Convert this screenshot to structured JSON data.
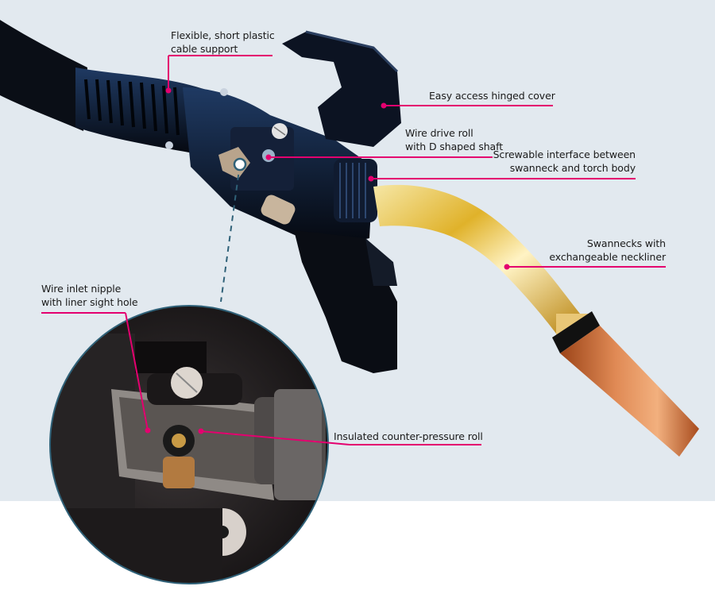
{
  "image": {
    "subject": "MIG welding torch with hinged cover open, showing wire drive mechanism, plus circular detail inset",
    "colors": {
      "background": "#e2e9ef",
      "callout_line": "#e4006f",
      "inset_border": "#2f6178",
      "dashed_connector": "#2f6178",
      "torch_body": "#0d121c",
      "swanneck": "#d8a417",
      "nozzle": "#c7642d"
    }
  },
  "callouts": [
    {
      "id": "cable-support",
      "lines": [
        "Flexible, short plastic",
        "cable support"
      ]
    },
    {
      "id": "hinged-cover",
      "lines": [
        "Easy access hinged cover"
      ]
    },
    {
      "id": "drive-roll",
      "lines": [
        "Wire drive roll",
        "with D shaped shaft"
      ]
    },
    {
      "id": "screw-interface",
      "lines": [
        "Screwable interface between",
        "swanneck and torch body"
      ]
    },
    {
      "id": "swanneck",
      "lines": [
        "Swannecks with",
        "exchangeable neckliner"
      ]
    },
    {
      "id": "inlet-nipple",
      "lines": [
        "Wire inlet nipple",
        "with liner sight hole"
      ]
    },
    {
      "id": "counter-roll",
      "lines": [
        "Insulated counter-pressure roll"
      ]
    }
  ]
}
